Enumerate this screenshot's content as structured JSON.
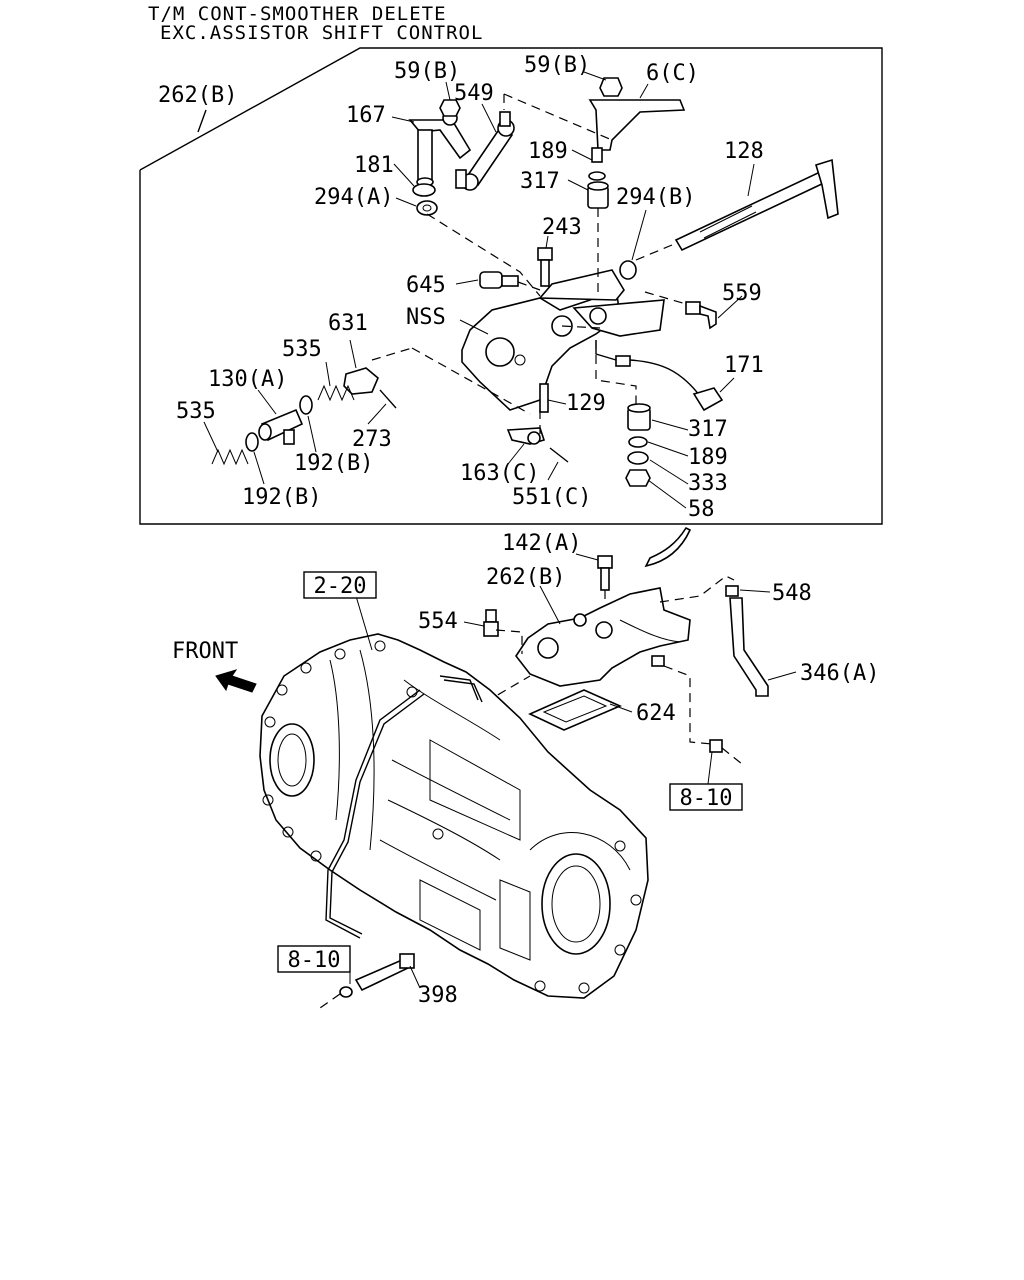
{
  "header": {
    "line1": "T/M CONT-SMOOTHER DELETE",
    "line2": "EXC.ASSISTOR SHIFT CONTROL"
  },
  "labels": {
    "l262b_top": "262(B)",
    "l59b_a": "59(B)",
    "l59b_b": "59(B)",
    "l6c": "6(C)",
    "l549": "549",
    "l167": "167",
    "l189_top": "189",
    "l128": "128",
    "l181": "181",
    "l317_top": "317",
    "l294a": "294(A)",
    "l294b": "294(B)",
    "l243": "243",
    "l645": "645",
    "l559": "559",
    "l631": "631",
    "lnss": "NSS",
    "l535_a": "535",
    "l171": "171",
    "l130a": "130(A)",
    "l129": "129",
    "l535_b": "535",
    "l317_bot": "317",
    "l273": "273",
    "l189_bot": "189",
    "l192b_a": "192(B)",
    "l163c": "163(C)",
    "l333": "333",
    "l551c": "551(C)",
    "l192b_b": "192(B)",
    "l58": "58",
    "l142a": "142(A)",
    "l2_20": "2-20",
    "l262b_mid": "262(B)",
    "l548": "548",
    "l554": "554",
    "lfront": "FRONT",
    "l346a": "346(A)",
    "l624": "624",
    "l8_10_a": "8-10",
    "l8_10_b": "8-10",
    "l398": "398"
  },
  "icons": {
    "front_arrow": "front-arrow-icon"
  }
}
